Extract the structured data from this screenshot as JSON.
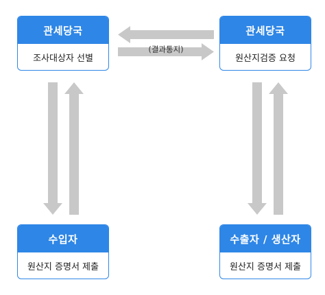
{
  "nodes": {
    "top_left": {
      "title": "관세당국",
      "subtitle": "조사대상자 선별"
    },
    "top_right": {
      "title": "관세당국",
      "subtitle": "원산지검증 요청"
    },
    "bottom_left": {
      "title": "수입자",
      "subtitle": "원산지 증명서 제출"
    },
    "bottom_right": {
      "title": "수출자 / 생산자",
      "subtitle": "원산지 증명서 제출"
    }
  },
  "edges": {
    "result_notice_label": "(결과통지)"
  },
  "colors": {
    "node_accent": "#2e86e6",
    "arrow": "#c8c8c8"
  }
}
